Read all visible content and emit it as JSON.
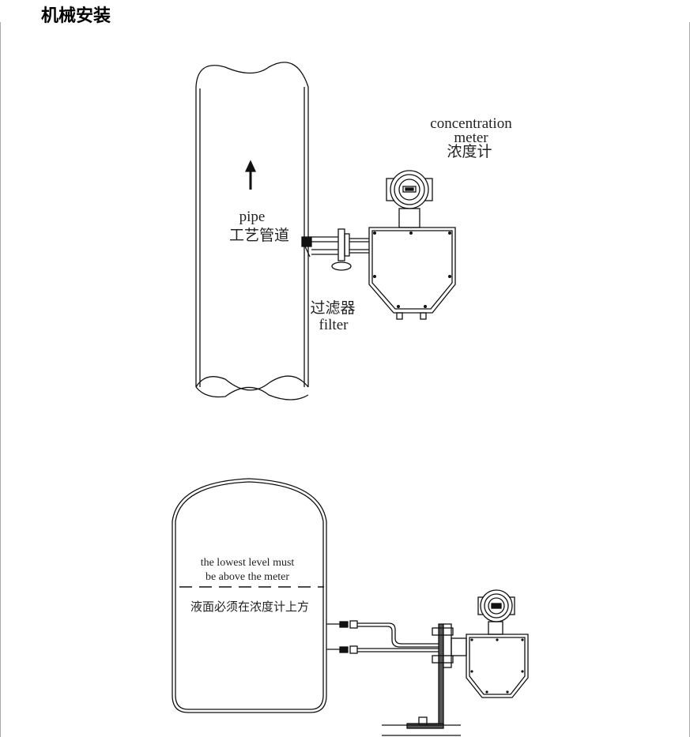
{
  "title": "机械安装",
  "diagram1": {
    "meter_label_en_1": "concentration",
    "meter_label_en_2": "meter",
    "meter_label_cn": "浓度计",
    "pipe_label_en": "pipe",
    "pipe_label_cn": "工艺管道",
    "filter_label_cn": "过滤器",
    "filter_label_en": "filter"
  },
  "diagram2": {
    "note_en_1": "the lowest level must",
    "note_en_2": "be above the meter",
    "note_cn": "液面必须在浓度计上方"
  }
}
